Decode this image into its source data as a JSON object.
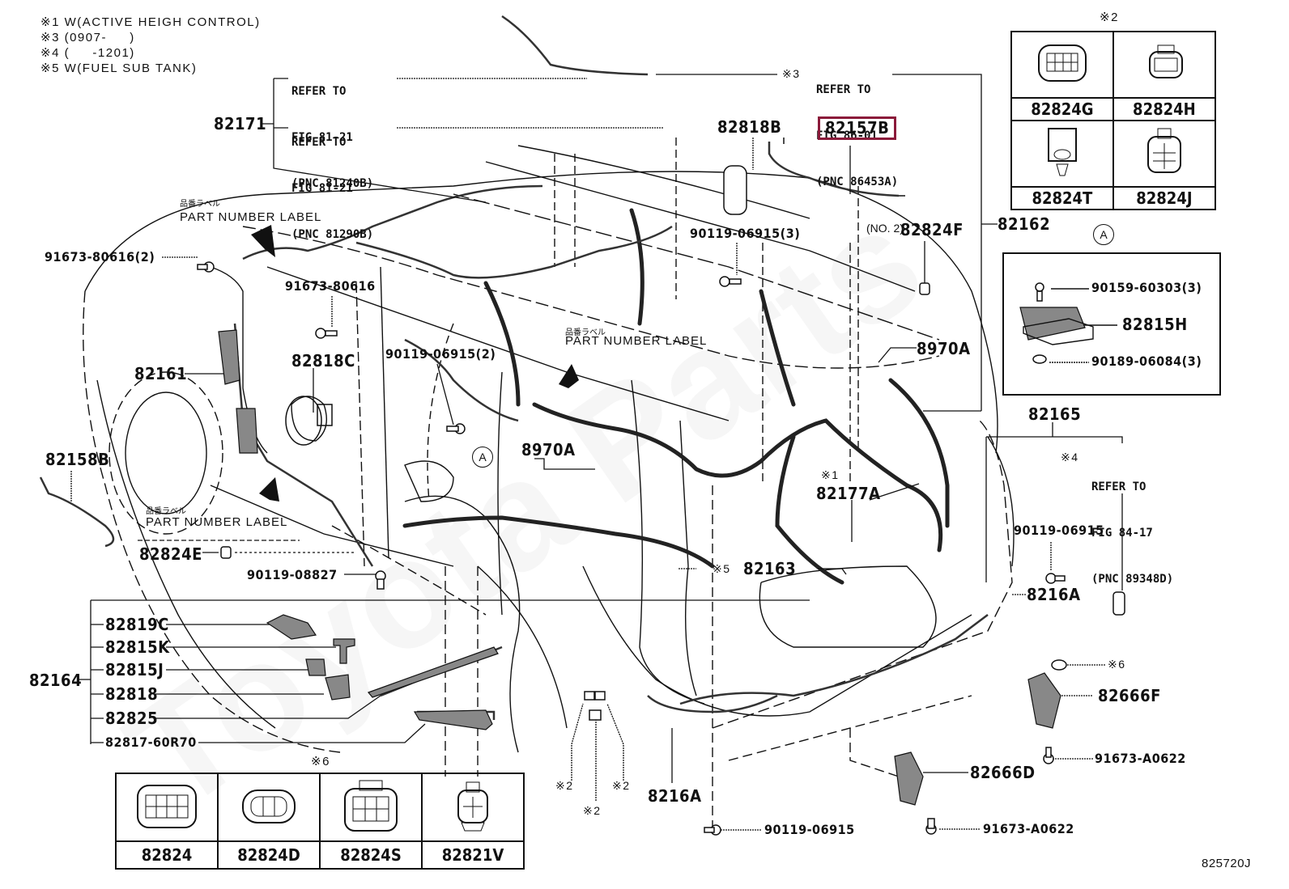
{
  "notes": [
    {
      "mark": "※1",
      "text": "W(ACTIVE HEIGH CONTROL)"
    },
    {
      "mark": "※3",
      "text": "(0907-     )"
    },
    {
      "mark": "※4",
      "text": "(     -1201)"
    },
    {
      "mark": "※5",
      "text": "W(FUEL SUB TANK)"
    }
  ],
  "references": {
    "ref_81240b": {
      "line1": "REFER TO",
      "line2": "FIG 81-21",
      "line3": "(PNC 81240B)"
    },
    "ref_81290b": {
      "line1": "REFER TO",
      "line2": "FIG 81-21",
      "line3": "(PNC 81290B)"
    },
    "ref_86453a": {
      "mark": "※3",
      "line1": "REFER TO",
      "line2": "FIG 86-01",
      "line3": "(PNC 86453A)",
      "line4": "(NO. 2)"
    },
    "ref_89348d": {
      "mark": "※4",
      "line1": "REFER TO",
      "line2": "FIG 84-17",
      "line3": "(PNC 89348D)"
    }
  },
  "part_number_label": {
    "jp": "品番ラベル",
    "en": "PART NUMBER LABEL"
  },
  "parts": {
    "p82171": "82171",
    "p82818B": "82818B",
    "p82157B": "82157B",
    "p82162": "82162",
    "p82824F": "82824F",
    "p90119_06915_3": "90119-06915(3)",
    "p91673_80616_2": "91673-80616(2)",
    "p91673_80616": "91673-80616",
    "p82818C": "82818C",
    "p90119_06915_2": "90119-06915(2)",
    "p82161": "82161",
    "p8970A_a": "8970A",
    "p8970A_b": "8970A",
    "p82158B": "82158B",
    "p82824E": "82824E",
    "p90119_08827": "90119-08827",
    "p82165": "82165",
    "p82177A": "82177A",
    "p82177A_mark": "※1",
    "p82163": "82163",
    "p82163_mark": "※5",
    "p90119_06915_a": "90119-06915",
    "p8216A_a": "8216A",
    "p8216A_b": "8216A",
    "p82666F": "82666F",
    "p82666D": "82666D",
    "p91673_A0622_a": "91673-A0622",
    "p91673_A0622_b": "91673-A0622",
    "p90119_06915_b": "90119-06915",
    "mark6": "※6",
    "mark2_a": "※2",
    "mark2_b": "※2",
    "mark2_c": "※2"
  },
  "group_82164": {
    "label": "82164",
    "items": [
      "82819C",
      "82815K",
      "82815J",
      "82818",
      "82825",
      "82817-60R70"
    ]
  },
  "table_top": {
    "title": "※2",
    "cells": [
      "82824G",
      "82824H",
      "82824T",
      "82824J"
    ]
  },
  "table_bottom": {
    "title": "※6",
    "cells": [
      "82824",
      "82824D",
      "82824S",
      "82821V"
    ]
  },
  "detail_a": {
    "circle": "A",
    "items": [
      "90159-60303(3)",
      "82815H",
      "90189-06084(3)"
    ]
  },
  "circle_a_main": "A",
  "figure_id": "825720J",
  "highlight_color": "#8b1a3a"
}
